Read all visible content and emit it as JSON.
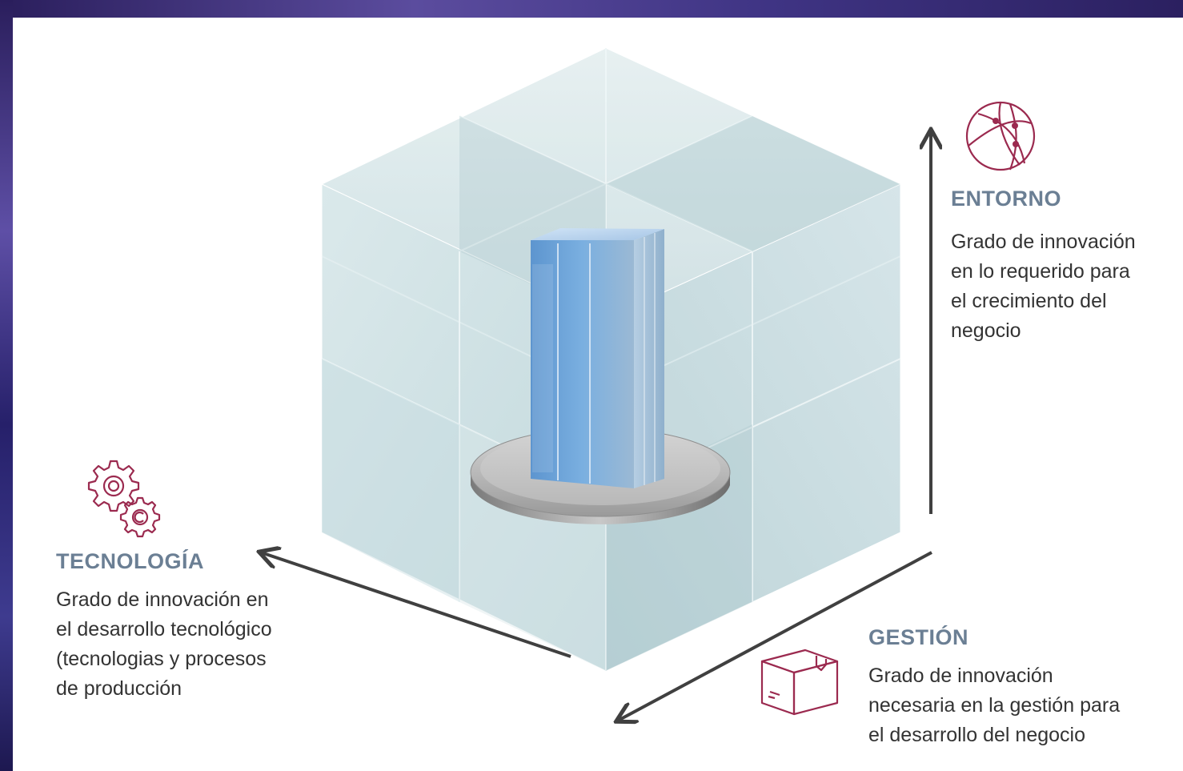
{
  "entorno": {
    "title": "ENTORNO",
    "lines": [
      "Grado de innovación",
      "en lo requerido para",
      "el crecimiento del",
      "negocio"
    ],
    "icon": "globe-network-icon"
  },
  "tecnologia": {
    "title": "TECNOLOGÍA",
    "lines": [
      "Grado de innovación en",
      "el desarrollo tecnológico",
      "(tecnologias y procesos",
      "de producción"
    ],
    "icon": "gears-icon"
  },
  "gestion": {
    "title": "GESTIÓN",
    "lines": [
      "Grado de innovación",
      "necesaria en la gestión para",
      "el desarrollo del negocio"
    ],
    "icon": "package-box-icon"
  },
  "colors": {
    "title": "#6b7f94",
    "icon": "#9b2a4f",
    "arrow": "#404040",
    "frame": "#3f3484"
  }
}
